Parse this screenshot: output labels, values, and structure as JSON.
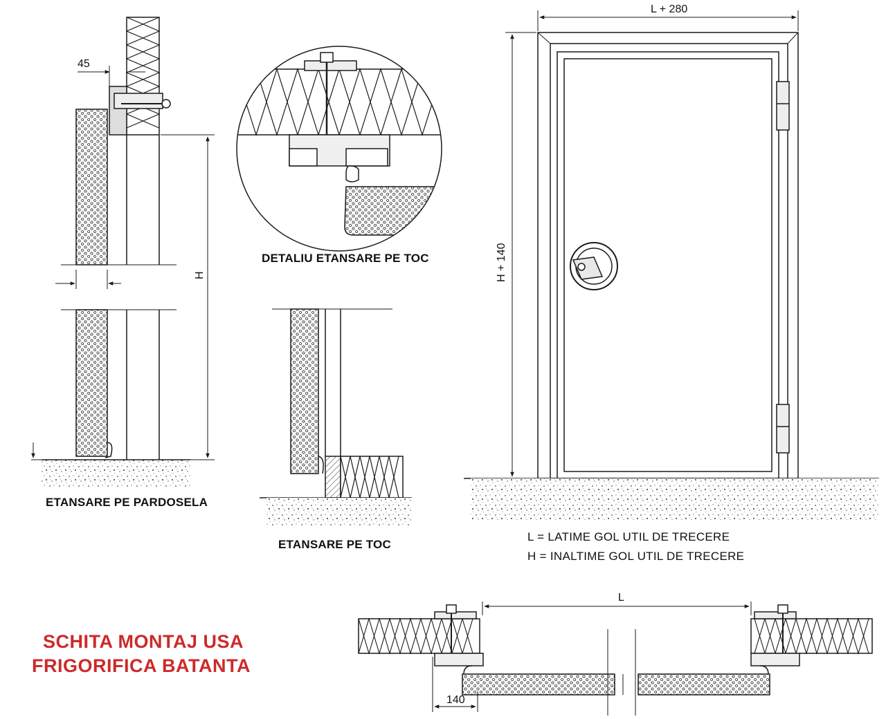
{
  "captions": {
    "floor_seal": "ETANSARE PE PARDOSELA",
    "frame_seal": "ETANSARE PE TOC",
    "frame_seal_detail": "DETALIU ETANSARE PE TOC"
  },
  "dimensions": {
    "wall_offset": "45",
    "height": "H",
    "overall_width": "L + 280",
    "overall_height": "H + 140",
    "clear_width": "L",
    "frame_depth": "140"
  },
  "legend": {
    "l_definition": "L = LATIME GOL UTIL DE TRECERE",
    "h_definition": "H = INALTIME GOL UTIL DE TRECERE"
  },
  "title": {
    "line1": "SCHITA MONTAJ USA",
    "line2": "FRIGORIFICA BATANTA"
  },
  "colors": {
    "line": "#1a1a1a",
    "title": "#cc2a2a"
  }
}
